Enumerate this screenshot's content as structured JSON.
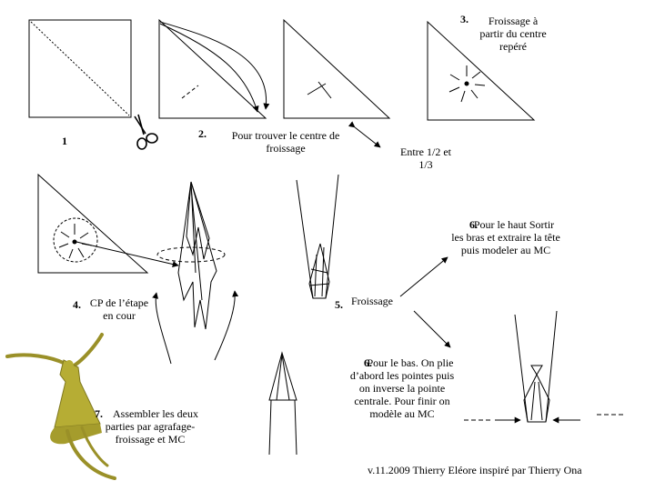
{
  "steps": {
    "s1": {
      "num": "1"
    },
    "s2": {
      "num": "2.",
      "text": "Pour trouver le centre de froissage"
    },
    "ratio": {
      "text": "Entre 1/2 et 1/3"
    },
    "s3": {
      "num": "3.",
      "text": "Froissage à partir du centre repéré"
    },
    "s4": {
      "num": "4.",
      "text": "CP de l’étape en cour"
    },
    "s5": {
      "num": "5.",
      "text": "Froissage"
    },
    "s6a": {
      "num": "6.",
      "text": "Pour le haut Sortir les bras et extraire la tête puis modeler au MC"
    },
    "s6b": {
      "num": "6.",
      "text": "Pour le bas. On plie d’abord les pointes puis on inverse la pointe centrale. Pour finir on modèle au MC"
    },
    "s7": {
      "num": "7.",
      "text": "Assembler les deux parties par agrafage-froissage et MC"
    }
  },
  "credit": "v.11.2009 Thierry Eléore inspiré par Thierry Ona",
  "icons": [
    "scissors-icon",
    "arrow-icon"
  ]
}
